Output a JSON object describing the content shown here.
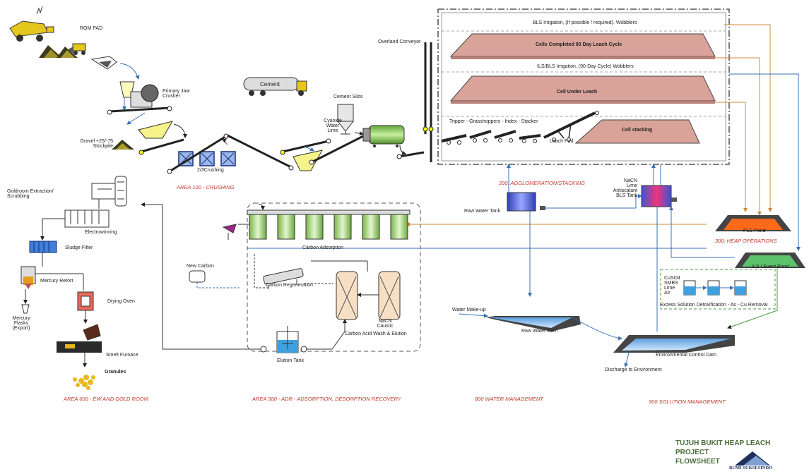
{
  "labels": {
    "rom_pad": "ROM PAD",
    "primary_jaw_crusher": "Primary Jaw Crusher",
    "gravel_stockpile": "Gravel +25/-75 Stockpile",
    "crushing_23": "2/3Crushing",
    "area_100": "AREA 100 - CRUSHING",
    "cement": "Cement",
    "cement_silos": "Cement Silos",
    "cyanide_water_lime": "Cyanide Water Lime",
    "overland_conveyor": "Overland Conveyor",
    "bls_irrigation": "BLS Irrigation, (If possible / required). Wobblers",
    "cells_completed": "Cells Completed 90 Day Leach Cycle",
    "ils_bls_irrigation": "ILS/BLS Irrigation, (90-Day Cycle) Wobblers",
    "cell_under_leach": "Cell Under Leach",
    "tripper": "Tripper - Grasshoppers - Index - Stacker",
    "cell_stacking": "Cell stacking",
    "leach_pad": "Leach Pad",
    "area_200": "200: AGGLOMERATION/STACKING",
    "raw_water_tank": "Raw Water Tank",
    "reagents": "NaCN Lime Antiscalant BLS Tank",
    "pls_pond": "PLS Pond",
    "area_300": "300: HEAP OPERATIONS",
    "ils_event_pond": "ILS / Event Pond",
    "detox_reagents": "CuSO4 SMBS Lime Air",
    "excess_solution": "Excess Solution Detoxification - As - Cu Removal",
    "goldroom_extraction": "Goldroom Extraction/ Scrubbing",
    "electrowinning": "Electrowinning",
    "sludge_filter": "Sludge Filter",
    "mercury_retort": "Mercury Retort",
    "mercury_flasks": "Mercury Flasks (Export)",
    "drying_oven": "Drying Oven",
    "smelt_furnace": "Smelt Furnace",
    "granules": "Granules",
    "area_600": "AREA 600 - EW AND GOLD ROOM",
    "carbon_adsorption": "Carbon Adsorption",
    "new_carbon": "New Carbon",
    "carbon_regeneration": "Carbon Regeneration",
    "naoh_caustic": "NaCN Caustic",
    "carbon_acid_wash": "Carbon Acid Wash & Elution",
    "elution_tank": "Elution Tank",
    "area_500": "AREA 500 - ADR - ADSORPTION, DESORPTION RECOVERY",
    "water_makeup": "Water Make-up",
    "raw_water_dam": "Raw Water Dam",
    "area_800": "800 WATER MANAGEMENT",
    "env_control_dam": "Environmental Control Dam",
    "discharge": "Discharge to Environment",
    "area_900": "900 SOLUTION MANAGEMENT"
  },
  "title": {
    "line1": "TUJUH BUKIT HEAP LEACH",
    "line2": "PROJECT",
    "line3": "FLOWSHEET"
  },
  "logo": "BUMI SUKSESINDO"
}
